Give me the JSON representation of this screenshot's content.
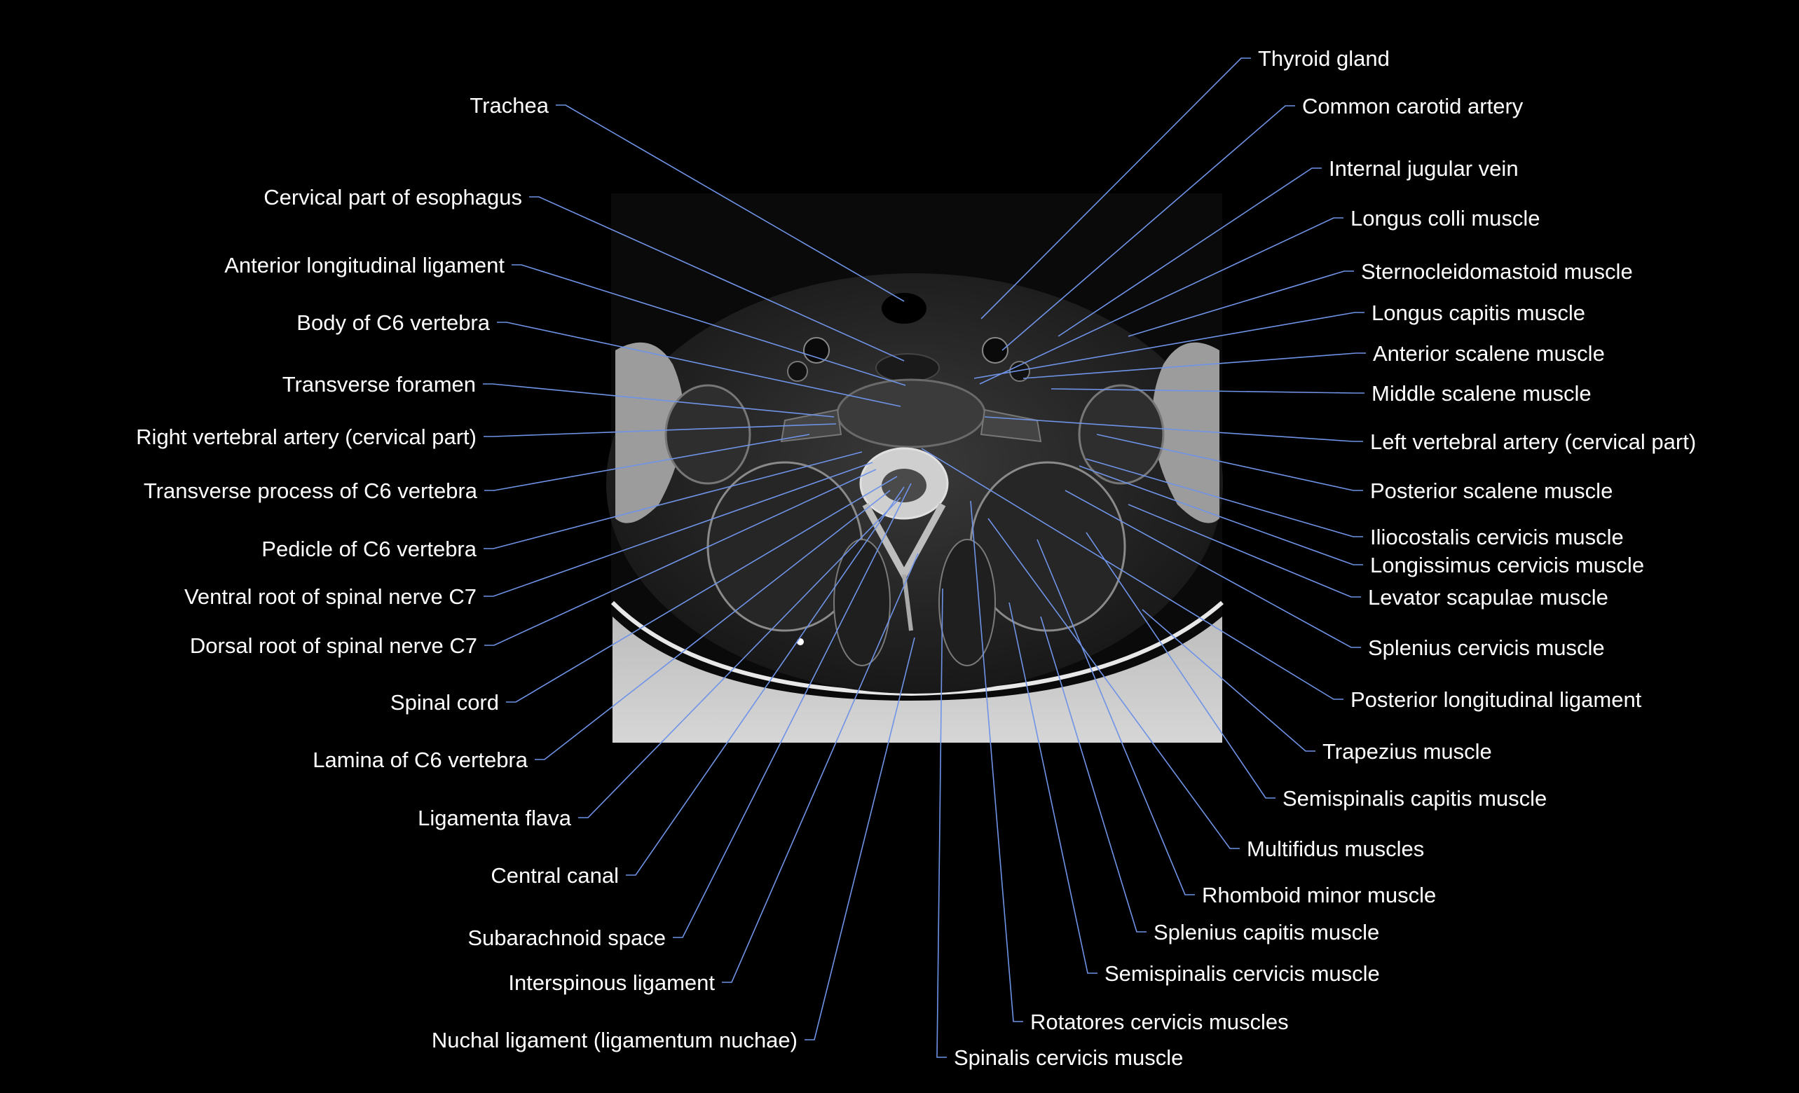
{
  "colors": {
    "background": "#000000",
    "label_text": "#ffffff",
    "leader_line": "#6f93e6"
  },
  "image": {
    "description": "axial T2 MRI slice of neck at C6 level"
  },
  "labels_left": [
    {
      "id": "trachea",
      "text": "Trachea"
    },
    {
      "id": "cervical-esophagus",
      "text": "Cervical part of esophagus"
    },
    {
      "id": "anterior-longitudinal-ligament",
      "text": "Anterior longitudinal ligament"
    },
    {
      "id": "body-c6",
      "text": "Body of C6 vertebra"
    },
    {
      "id": "transverse-foramen",
      "text": "Transverse foramen"
    },
    {
      "id": "right-vertebral-artery",
      "text": "Right vertebral artery (cervical part)"
    },
    {
      "id": "transverse-process-c6",
      "text": "Transverse process of C6 vertebra"
    },
    {
      "id": "pedicle-c6",
      "text": "Pedicle of C6 vertebra"
    },
    {
      "id": "ventral-root-c7",
      "text": "Ventral root of spinal nerve C7"
    },
    {
      "id": "dorsal-root-c7",
      "text": "Dorsal root of spinal nerve C7"
    },
    {
      "id": "spinal-cord",
      "text": "Spinal cord"
    },
    {
      "id": "lamina-c6",
      "text": "Lamina of C6 vertebra"
    },
    {
      "id": "ligamenta-flava",
      "text": "Ligamenta flava"
    },
    {
      "id": "central-canal",
      "text": "Central canal"
    },
    {
      "id": "subarachnoid-space",
      "text": "Subarachnoid space"
    },
    {
      "id": "interspinous-ligament",
      "text": "Interspinous ligament"
    },
    {
      "id": "nuchal-ligament",
      "text": "Nuchal ligament (ligamentum nuchae)"
    }
  ],
  "labels_right": [
    {
      "id": "thyroid-gland",
      "text": "Thyroid gland"
    },
    {
      "id": "common-carotid-artery",
      "text": "Common carotid artery"
    },
    {
      "id": "internal-jugular-vein",
      "text": "Internal jugular vein"
    },
    {
      "id": "longus-colli",
      "text": "Longus colli muscle"
    },
    {
      "id": "sternocleidomastoid",
      "text": "Sternocleidomastoid muscle"
    },
    {
      "id": "longus-capitis",
      "text": "Longus capitis muscle"
    },
    {
      "id": "anterior-scalene",
      "text": "Anterior scalene muscle"
    },
    {
      "id": "middle-scalene",
      "text": "Middle scalene muscle"
    },
    {
      "id": "left-vertebral-artery",
      "text": "Left vertebral artery (cervical part)"
    },
    {
      "id": "posterior-scalene",
      "text": "Posterior scalene muscle"
    },
    {
      "id": "iliocostalis-cervicis",
      "text": "Iliocostalis cervicis muscle"
    },
    {
      "id": "longissimus-cervicis",
      "text": "Longissimus cervicis muscle"
    },
    {
      "id": "levator-scapulae",
      "text": "Levator scapulae muscle"
    },
    {
      "id": "splenius-cervicis",
      "text": "Splenius cervicis muscle"
    },
    {
      "id": "posterior-longitudinal-ligament",
      "text": "Posterior longitudinal ligament"
    },
    {
      "id": "trapezius",
      "text": "Trapezius muscle"
    },
    {
      "id": "semispinalis-capitis",
      "text": "Semispinalis capitis muscle"
    },
    {
      "id": "multifidus",
      "text": "Multifidus muscles"
    },
    {
      "id": "rhomboid-minor",
      "text": "Rhomboid minor muscle"
    },
    {
      "id": "splenius-capitis",
      "text": "Splenius capitis muscle"
    },
    {
      "id": "semispinalis-cervicis",
      "text": "Semispinalis cervicis muscle"
    },
    {
      "id": "rotatores-cervicis",
      "text": "Rotatores cervicis muscles"
    },
    {
      "id": "spinalis-cervicis",
      "text": "Spinalis cervicis muscle"
    }
  ]
}
